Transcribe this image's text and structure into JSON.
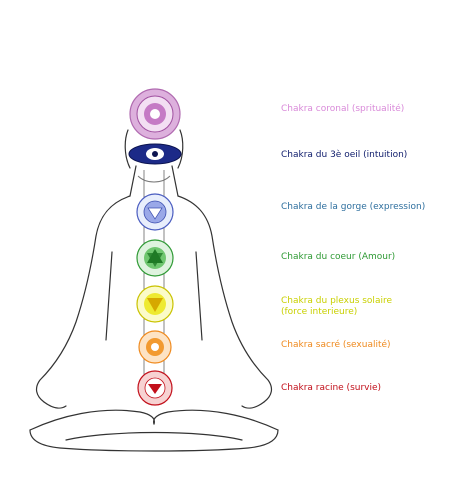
{
  "chakras": [
    {
      "label": "Chakra coronal (spritualité)",
      "color": "#d98ad9",
      "icon": "crown-lotus-icon"
    },
    {
      "label": "Chakra du 3è oeil (intuition)",
      "color": "#13206e",
      "icon": "third-eye-icon"
    },
    {
      "label": "Chakra de la gorge (expression)",
      "color": "#2e6f9e",
      "icon": "throat-lotus-icon"
    },
    {
      "label": "Chakra du coeur (Amour)",
      "color": "#2f9a35",
      "icon": "heart-lotus-icon"
    },
    {
      "label": "Chakra du plexus solaire",
      "label2": "(force interieure)",
      "color": "#c9d000",
      "icon": "solar-plexus-lotus-icon"
    },
    {
      "label": "Chakra sacré (sexualité)",
      "color": "#ef8a1e",
      "icon": "sacral-lotus-icon"
    },
    {
      "label": "Chakra racine (survie)",
      "color": "#c2101b",
      "icon": "root-lotus-icon"
    }
  ]
}
